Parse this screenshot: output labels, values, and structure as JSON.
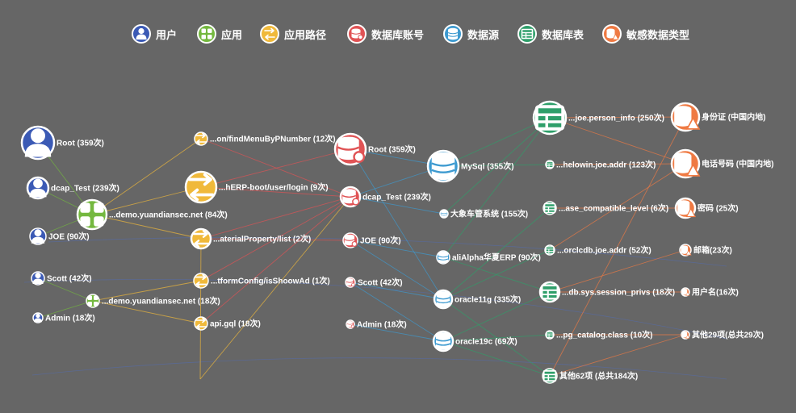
{
  "legend": [
    {
      "key": "user",
      "label": "用户",
      "color": "#3b5ab5",
      "icon": "user-icon"
    },
    {
      "key": "app",
      "label": "应用",
      "color": "#74b83f",
      "icon": "grid-icon"
    },
    {
      "key": "path",
      "label": "应用路径",
      "color": "#f0b93a",
      "icon": "route-icon"
    },
    {
      "key": "account",
      "label": "数据库账号",
      "color": "#e05355",
      "icon": "db-account-icon"
    },
    {
      "key": "source",
      "label": "数据源",
      "color": "#3d9ad0",
      "icon": "database-icon"
    },
    {
      "key": "table",
      "label": "数据库表",
      "color": "#2f9f6a",
      "icon": "table-icon"
    },
    {
      "key": "sensitive",
      "label": "敏感数据类型",
      "color": "#ef7a43",
      "icon": "warning-icon"
    }
  ],
  "nodes": [
    {
      "id": "u1",
      "type": "user",
      "label": "Root (359次)"
    },
    {
      "id": "u2",
      "type": "user",
      "label": "dcap_Test (239次)"
    },
    {
      "id": "u3",
      "type": "user",
      "label": "JOE (90次)"
    },
    {
      "id": "u4",
      "type": "user",
      "label": "Scott (42次)"
    },
    {
      "id": "u5",
      "type": "user",
      "label": "Admin (18次)"
    },
    {
      "id": "a1",
      "type": "app",
      "label": "...demo.yuandiansec.net (84次)"
    },
    {
      "id": "a2",
      "type": "app",
      "label": "...demo.yuandiansec.net (18次)"
    },
    {
      "id": "p1",
      "type": "path",
      "label": "...on/findMenuByPNumber (12次)"
    },
    {
      "id": "p2",
      "type": "path",
      "label": "...hERP-boot/user/login (9次)"
    },
    {
      "id": "p3",
      "type": "path",
      "label": "...aterialProperty/list (2次)"
    },
    {
      "id": "p4",
      "type": "path",
      "label": "...tformConfig/isShoowAd (1次)"
    },
    {
      "id": "p5",
      "type": "path",
      "label": "api.gql (18次)"
    },
    {
      "id": "c1",
      "type": "account",
      "label": "Root (359次)"
    },
    {
      "id": "c2",
      "type": "account",
      "label": "dcap_Test (239次)"
    },
    {
      "id": "c3",
      "type": "account",
      "label": "JOE (90次)"
    },
    {
      "id": "c4",
      "type": "account",
      "label": "Scott (42次)"
    },
    {
      "id": "c5",
      "type": "account",
      "label": "Admin (18次)"
    },
    {
      "id": "s1",
      "type": "source",
      "label": "MySql (355次)"
    },
    {
      "id": "s2",
      "type": "source",
      "label": "大象车管系统 (155次)"
    },
    {
      "id": "s3",
      "type": "source",
      "label": "aliAlpha华夏ERP (90次)"
    },
    {
      "id": "s4",
      "type": "source",
      "label": "oracle11g (335次)"
    },
    {
      "id": "s5",
      "type": "source",
      "label": "oracle19c (69次)"
    },
    {
      "id": "t1",
      "type": "table",
      "label": "...joe.person_info (250次)"
    },
    {
      "id": "t2",
      "type": "table",
      "label": "...helowin.joe.addr (123次)"
    },
    {
      "id": "t3",
      "type": "table",
      "label": "...ase_compatible_level (6次)"
    },
    {
      "id": "t4",
      "type": "table",
      "label": "...orclcdb.joe.addr (52次)"
    },
    {
      "id": "t5",
      "type": "table",
      "label": "...db.sys.session_privs (18次)"
    },
    {
      "id": "t6",
      "type": "table",
      "label": "...pg_catalog.class (10次)"
    },
    {
      "id": "t7",
      "type": "table",
      "label": "其他62项 (总共184次)"
    },
    {
      "id": "d1",
      "type": "sensitive",
      "label": "身份证 (中国内地)"
    },
    {
      "id": "d2",
      "type": "sensitive",
      "label": "电话号码 (中国内地)"
    },
    {
      "id": "d3",
      "type": "sensitive",
      "label": "密码 (25次)"
    },
    {
      "id": "d4",
      "type": "sensitive",
      "label": "邮箱(23次)"
    },
    {
      "id": "d5",
      "type": "sensitive",
      "label": "用户名(16次)"
    },
    {
      "id": "d6",
      "type": "sensitive",
      "label": "其他29项(总共29次)"
    }
  ],
  "edges": [
    [
      "u1",
      "a1"
    ],
    [
      "u2",
      "a1"
    ],
    [
      "u3",
      "a1"
    ],
    [
      "u4",
      "a2"
    ],
    [
      "u5",
      "a2"
    ],
    [
      "a1",
      "p1"
    ],
    [
      "a1",
      "p2"
    ],
    [
      "a1",
      "p3"
    ],
    [
      "a2",
      "p4"
    ],
    [
      "a2",
      "p5"
    ],
    [
      "p2",
      "c1"
    ],
    [
      "p2",
      "c2"
    ],
    [
      "p3",
      "c2"
    ],
    [
      "p4",
      "c2"
    ],
    [
      "p5",
      "c2"
    ],
    [
      "p1",
      "c2"
    ],
    [
      "p3",
      "c3"
    ],
    [
      "c1",
      "s1"
    ],
    [
      "c2",
      "s1"
    ],
    [
      "c2",
      "s2"
    ],
    [
      "c3",
      "s3"
    ],
    [
      "c3",
      "s4"
    ],
    [
      "c4",
      "s4"
    ],
    [
      "c4",
      "s5"
    ],
    [
      "c5",
      "s5"
    ],
    [
      "c1",
      "s4"
    ],
    [
      "s1",
      "t1"
    ],
    [
      "s1",
      "t2"
    ],
    [
      "s4",
      "t3"
    ],
    [
      "s4",
      "t4"
    ],
    [
      "s5",
      "t5"
    ],
    [
      "s5",
      "t6"
    ],
    [
      "s5",
      "t7"
    ],
    [
      "s4",
      "t7"
    ],
    [
      "s3",
      "t1"
    ],
    [
      "s3",
      "t5"
    ],
    [
      "s2",
      "t1"
    ],
    [
      "t1",
      "d1"
    ],
    [
      "t1",
      "d2"
    ],
    [
      "t2",
      "d2"
    ],
    [
      "t3",
      "d3"
    ],
    [
      "t4",
      "d2"
    ],
    [
      "t5",
      "d4"
    ],
    [
      "t5",
      "d5"
    ],
    [
      "t6",
      "d6"
    ],
    [
      "t7",
      "d6"
    ],
    [
      "t7",
      "d1"
    ]
  ]
}
